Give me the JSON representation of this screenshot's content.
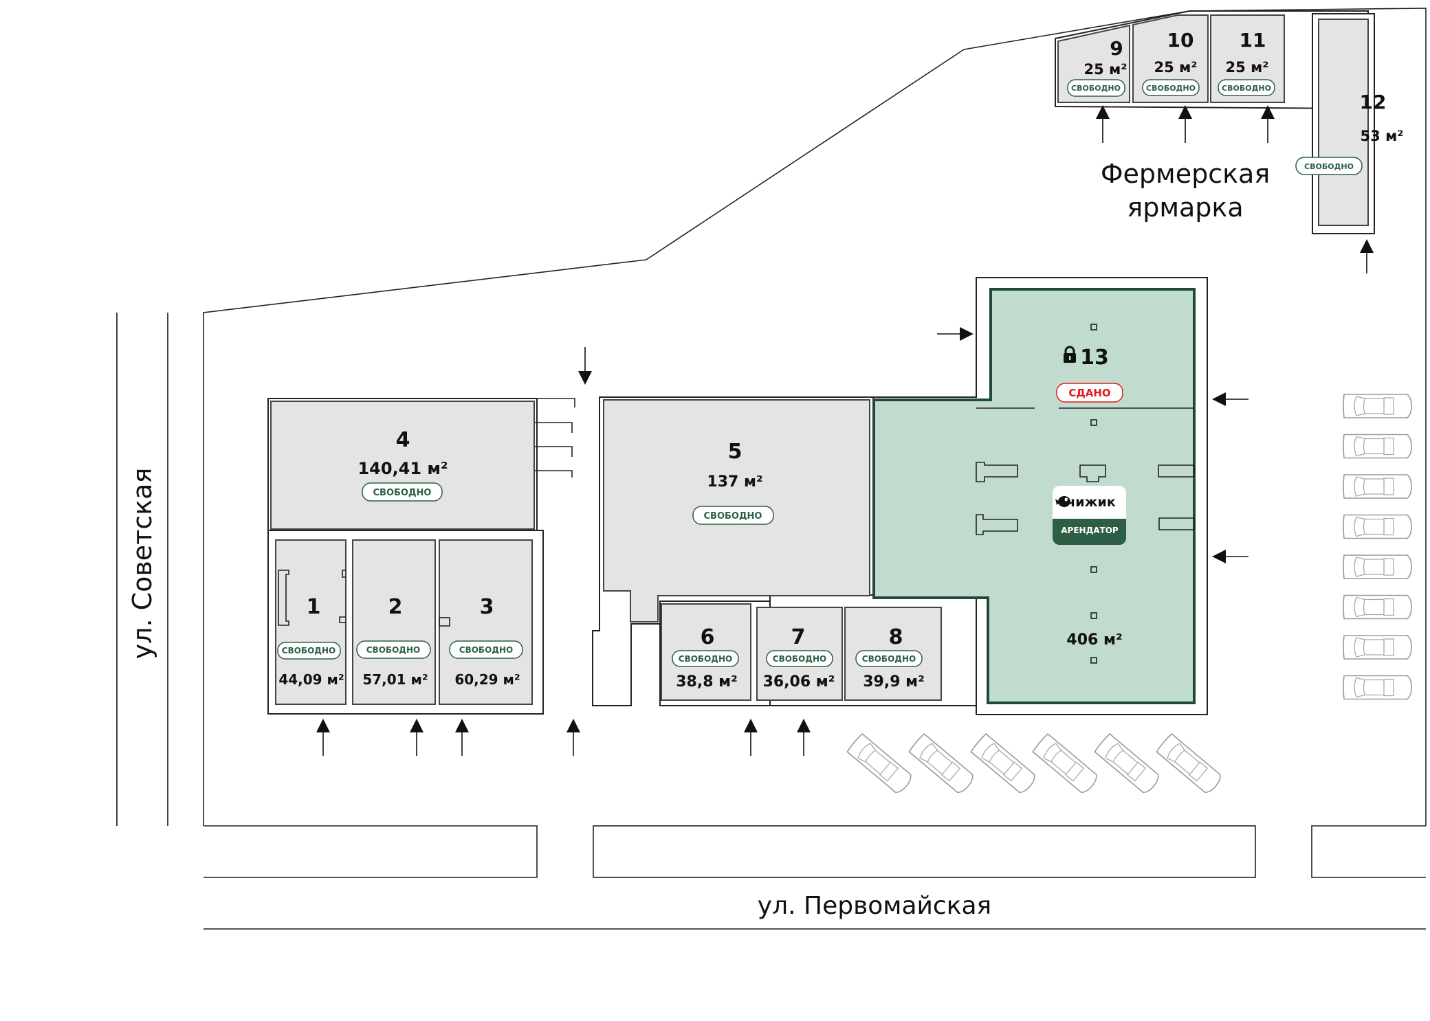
{
  "streets": {
    "left": "ул. Советская",
    "bottom": "ул. Первомайская"
  },
  "zone_label": {
    "line1": "Фермерская",
    "line2": "ярмарка"
  },
  "colors": {
    "free_fill": "#e4e4e4",
    "rented_fill": "#c1dccf",
    "rented_border": "#1f4a36",
    "badge_free": "#2e5e45",
    "badge_rented": "#e01b1b",
    "tenant_dark": "#2e5e45"
  },
  "units": [
    {
      "number": "1",
      "area": "44,09 м²",
      "status": "СВОБОДНО"
    },
    {
      "number": "2",
      "area": "57,01 м²",
      "status": "СВОБОДНО"
    },
    {
      "number": "3",
      "area": "60,29 м²",
      "status": "СВОБОДНО"
    },
    {
      "number": "4",
      "area": "140,41 м²",
      "status": "СВОБОДНО"
    },
    {
      "number": "5",
      "area": "137 м²",
      "status": "СВОБОДНО"
    },
    {
      "number": "6",
      "area": "38,8 м²",
      "status": "СВОБОДНО"
    },
    {
      "number": "7",
      "area": "36,06 м²",
      "status": "СВОБОДНО"
    },
    {
      "number": "8",
      "area": "39,9 м²",
      "status": "СВОБОДНО"
    },
    {
      "number": "9",
      "area": "25 м²",
      "status": "СВОБОДНО"
    },
    {
      "number": "10",
      "area": "25 м²",
      "status": "СВОБОДНО"
    },
    {
      "number": "11",
      "area": "25 м²",
      "status": "СВОБОДНО"
    },
    {
      "number": "12",
      "area": "53 м²",
      "status": "СВОБОДНО"
    },
    {
      "number": "13",
      "area": "406 м²",
      "status": "СДАНО",
      "locked": true,
      "tenant": {
        "name": "чижик",
        "role": "АРЕНДАТОР"
      }
    }
  ],
  "icons": {
    "lock": "lock-icon",
    "entrance_arrow": "arrow-icon",
    "car": "car-icon",
    "tenant_logo": "bird-logo-icon"
  }
}
